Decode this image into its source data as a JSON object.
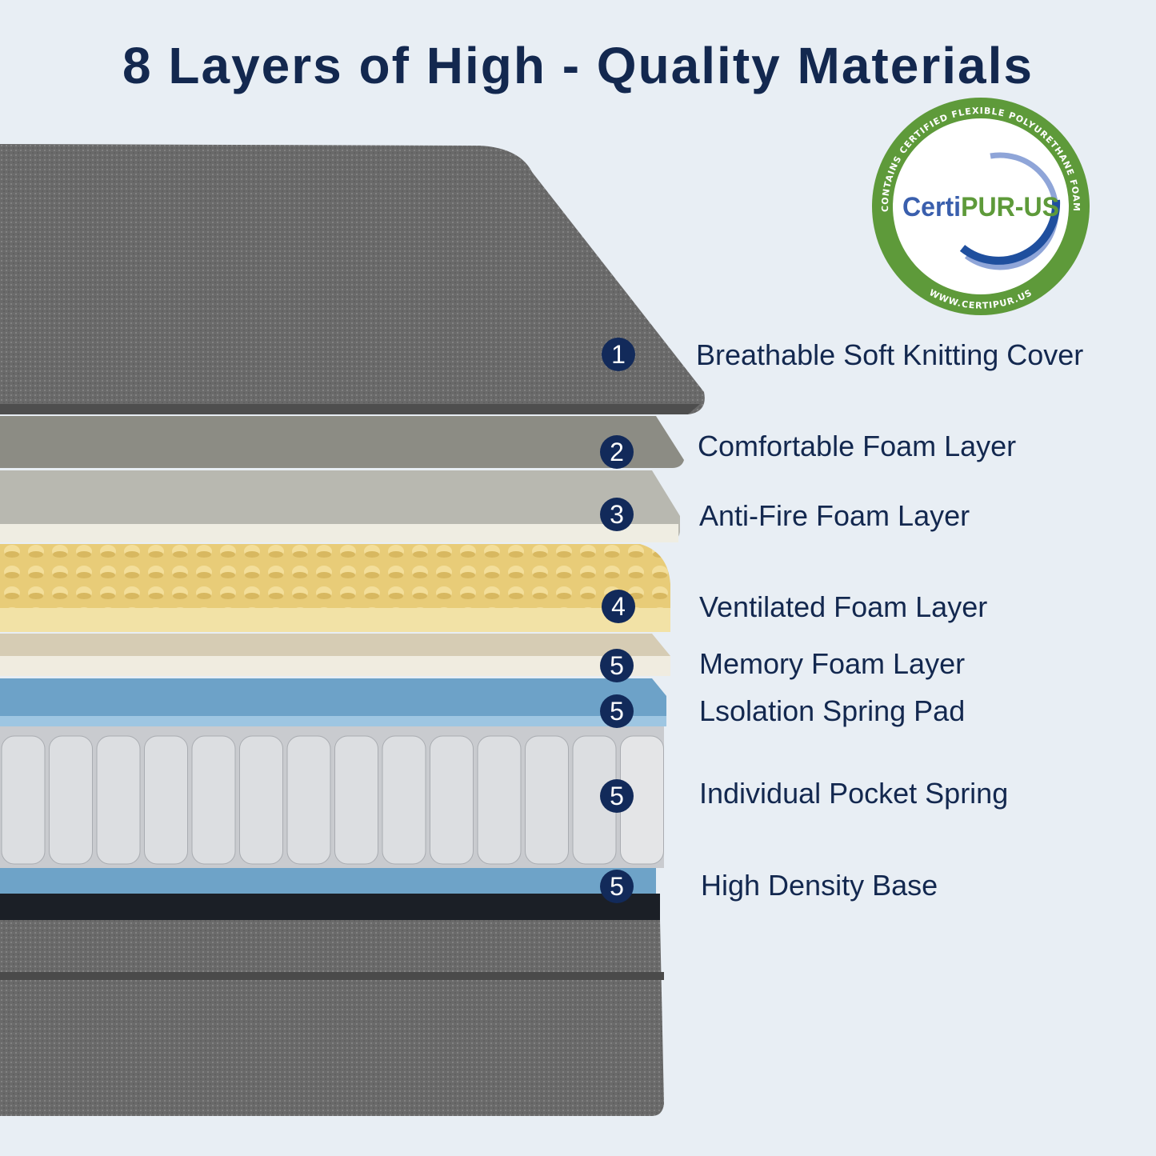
{
  "title": "8 Layers of High - Quality Materials",
  "certification_logo": {
    "brand": "CertiPUR-US",
    "ring_top": "CONTAINS CERTIFIED FLEXIBLE POLYURETHANE FOAM",
    "ring_bottom": "WWW.CERTIPUR.US",
    "colors": {
      "ring": "#5e9a3a",
      "blue": "#3a5fad",
      "green": "#5e9a3a"
    }
  },
  "layers": [
    {
      "number": "1",
      "label": "Breathable Soft Knitting Cover"
    },
    {
      "number": "2",
      "label": "Comfortable Foam Layer"
    },
    {
      "number": "3",
      "label": "Anti-Fire Foam Layer"
    },
    {
      "number": "4",
      "label": "Ventilated Foam Layer"
    },
    {
      "number": "5",
      "label": "Memory Foam Layer"
    },
    {
      "number": "5",
      "label": "Lsolation Spring Pad"
    },
    {
      "number": "5",
      "label": "Individual Pocket Spring"
    },
    {
      "number": "5",
      "label": "High Density Base"
    }
  ],
  "colors": {
    "text": "#13284f",
    "badge": "#122a5a",
    "background": "#e8eef4"
  }
}
